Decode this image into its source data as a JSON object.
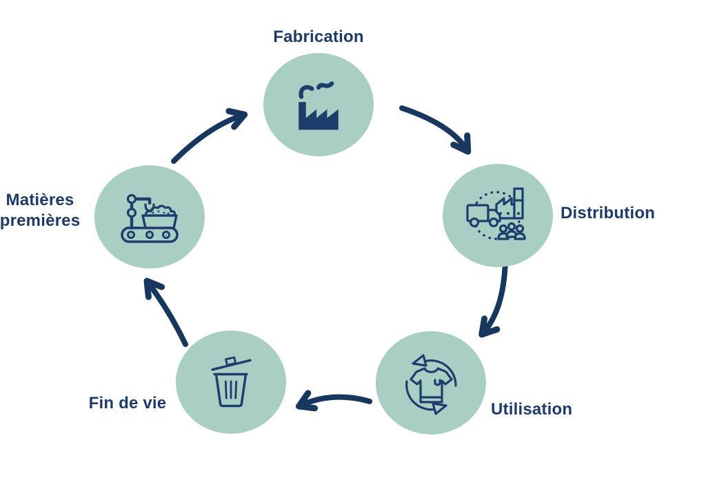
{
  "diagram": {
    "type": "cycle-diagram",
    "subject": "Product life cycle (French)",
    "stages": [
      {
        "id": "fabrication",
        "label": "Fabrication",
        "icon": "factory-icon",
        "label_position": "above"
      },
      {
        "id": "distribution",
        "label": "Distribution",
        "icon": "truck-factory-people-icon",
        "label_position": "right"
      },
      {
        "id": "utilisation",
        "label": "Utilisation",
        "icon": "tshirt-reuse-icon",
        "label_position": "right"
      },
      {
        "id": "fin-de-vie",
        "label": "Fin de vie",
        "icon": "trash-can-icon",
        "label_position": "left"
      },
      {
        "id": "matieres-premieres",
        "label": "Matières premières",
        "label_line1": "Matières",
        "label_line2": "premières",
        "icon": "conveyor-robot-arm-icon",
        "label_position": "left"
      }
    ],
    "flow": [
      "Matières premières → Fabrication",
      "Fabrication → Distribution",
      "Distribution → Utilisation",
      "Utilisation → Fin de vie",
      "Fin de vie → Matières premières"
    ],
    "colors": {
      "background": "#ffffff",
      "circle_fill": "#a9cec4",
      "label_text": "#1e3a6b",
      "arrow": "#17375e",
      "icon_stroke": "#1d3e6d"
    }
  }
}
